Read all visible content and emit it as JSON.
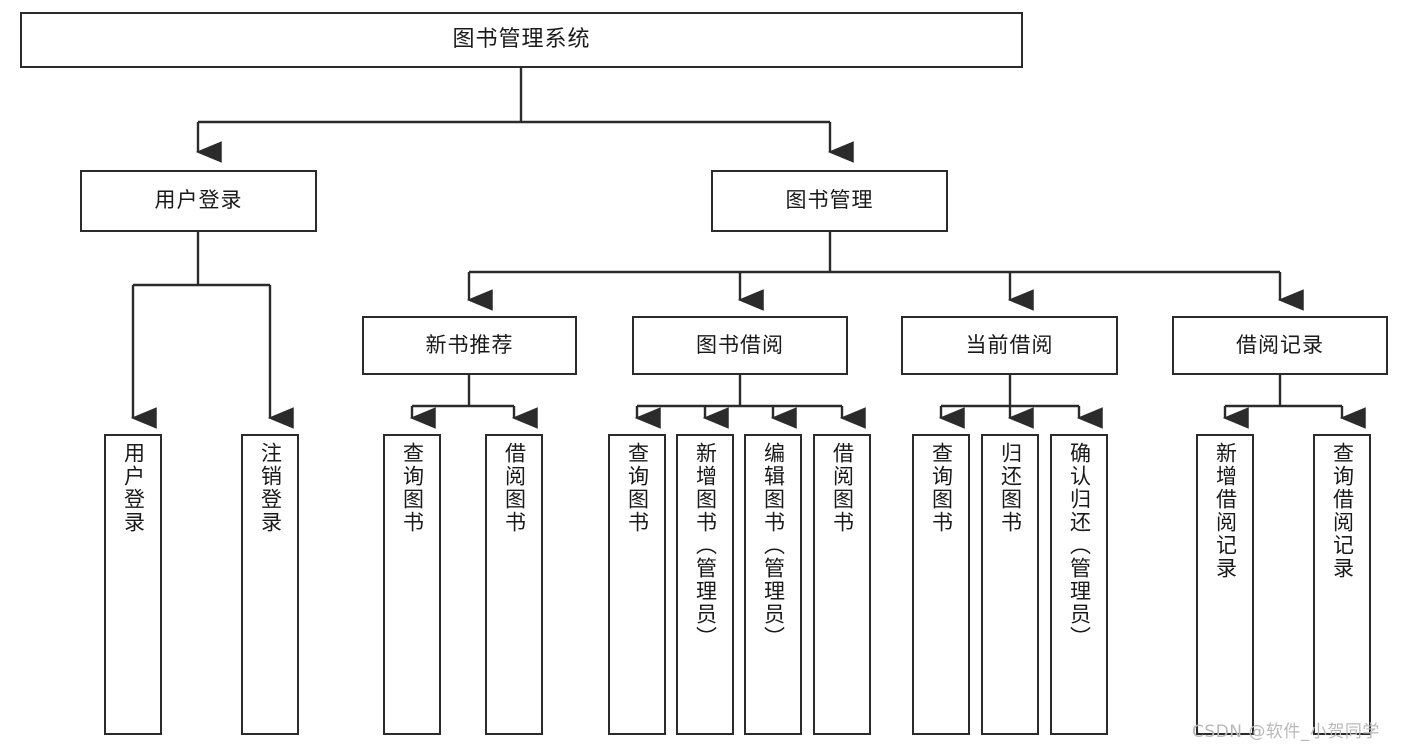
{
  "diagram": {
    "type": "tree-hierarchy",
    "title": "图书管理系统",
    "orientation": "top-down",
    "line_color": "#2b2b2b",
    "box_fill": "#ffffff",
    "text_color": "#1a1a1a",
    "root": {
      "label": "图书管理系统"
    },
    "level2": [
      {
        "id": "user-login",
        "label": "用户登录"
      },
      {
        "id": "book-management",
        "label": "图书管理"
      }
    ],
    "level3": [
      {
        "id": "new-book-recommend",
        "label": "新书推荐",
        "parent": "book-management"
      },
      {
        "id": "book-borrow",
        "label": "图书借阅",
        "parent": "book-management"
      },
      {
        "id": "current-borrow",
        "label": "当前借阅",
        "parent": "book-management"
      },
      {
        "id": "borrow-record",
        "label": "借阅记录",
        "parent": "book-management"
      }
    ],
    "leaves": [
      {
        "id": "leaf-user-login",
        "label": "用户登录",
        "parent": "user-login"
      },
      {
        "id": "leaf-logout-login",
        "label": "注销登录",
        "parent": "user-login"
      },
      {
        "id": "leaf-query-book-1",
        "label": "查询图书",
        "parent": "new-book-recommend"
      },
      {
        "id": "leaf-borrow-book-1",
        "label": "借阅图书",
        "parent": "new-book-recommend"
      },
      {
        "id": "leaf-query-book-2",
        "label": "查询图书",
        "parent": "book-borrow"
      },
      {
        "id": "leaf-add-book",
        "label": "新增图书（管理员）",
        "parent": "book-borrow"
      },
      {
        "id": "leaf-edit-book",
        "label": "编辑图书（管理员）",
        "parent": "book-borrow"
      },
      {
        "id": "leaf-borrow-book-2",
        "label": "借阅图书",
        "parent": "book-borrow"
      },
      {
        "id": "leaf-query-book-3",
        "label": "查询图书",
        "parent": "current-borrow"
      },
      {
        "id": "leaf-return-book",
        "label": "归还图书",
        "parent": "current-borrow"
      },
      {
        "id": "leaf-confirm-return",
        "label": "确认归还（管理员）",
        "parent": "current-borrow"
      },
      {
        "id": "leaf-add-record",
        "label": "新增借阅记录",
        "parent": "borrow-record"
      },
      {
        "id": "leaf-query-record",
        "label": "查询借阅记录",
        "parent": "borrow-record"
      }
    ]
  },
  "watermark": {
    "text": "CSDN @软件_小贺同学"
  }
}
